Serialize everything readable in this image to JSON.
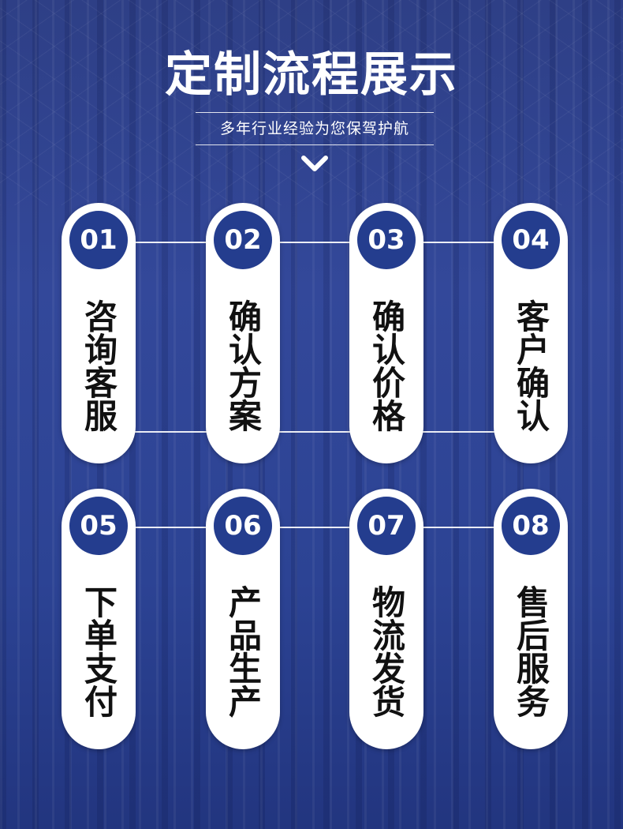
{
  "header": {
    "title": "定制流程展示",
    "subtitle": "多年行业经验为您保驾护航"
  },
  "steps": [
    {
      "number": "01",
      "label": "咨询客服"
    },
    {
      "number": "02",
      "label": "确认方案"
    },
    {
      "number": "03",
      "label": "确认价格"
    },
    {
      "number": "04",
      "label": "客户确认"
    },
    {
      "number": "05",
      "label": "下单支付"
    },
    {
      "number": "06",
      "label": "产品生产"
    },
    {
      "number": "07",
      "label": "物流发货"
    },
    {
      "number": "08",
      "label": "售后服务"
    }
  ],
  "colors": {
    "background": "#2e4393",
    "number_circle": "#243d8e",
    "card": "#ffffff",
    "text": "#111111"
  }
}
